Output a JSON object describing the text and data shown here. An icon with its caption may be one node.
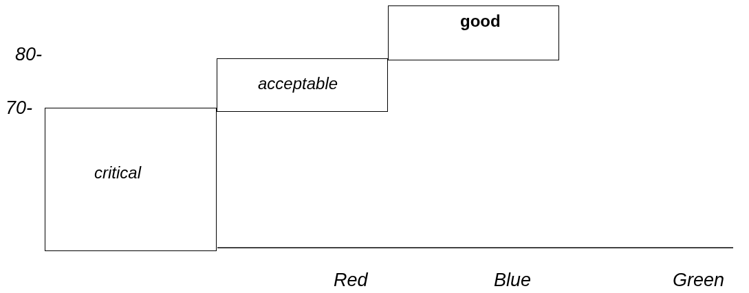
{
  "diagram": {
    "nodes": [
      {
        "text": [
          "critical"
        ]
      },
      {
        "text": [
          "acceptable"
        ]
      },
      {
        "text": [
          "good"
        ]
      }
    ],
    "labels": [
      "80-",
      "70-",
      "Red",
      "Blue",
      "Green"
    ]
  }
}
